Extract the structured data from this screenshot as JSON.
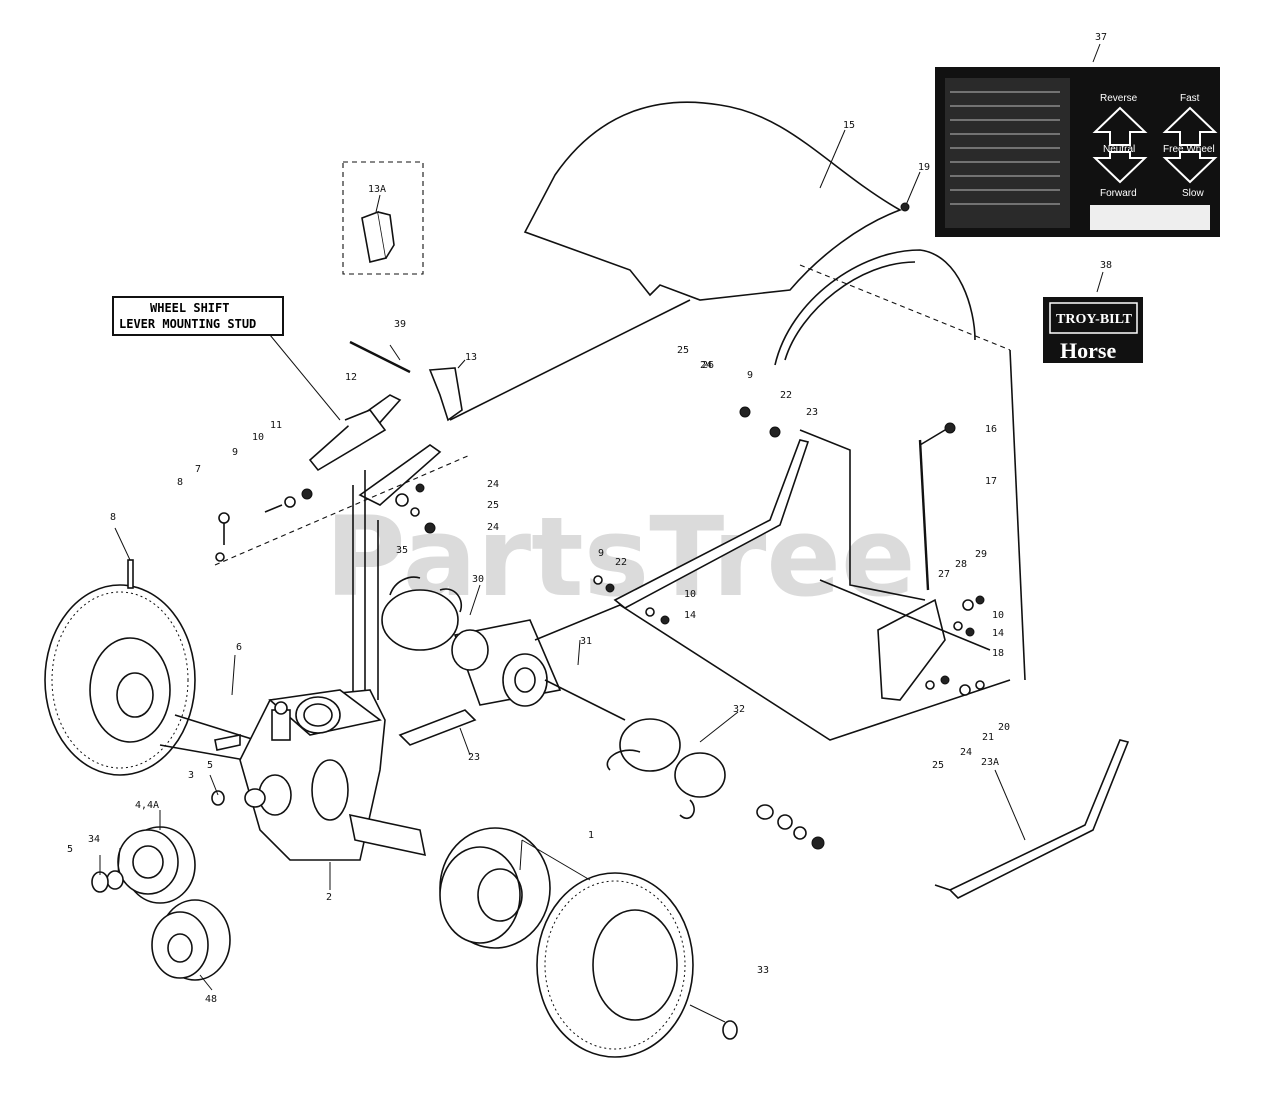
{
  "label_box": {
    "line1": "WHEEL SHIFT",
    "line2": "LEVER MOUNTING STUD"
  },
  "decal": {
    "callout": "37",
    "arrows": {
      "reverse": "Reverse",
      "neutral": "Neutral",
      "forward": "Forward",
      "fast": "Fast",
      "free_wheel": "Free Wheel",
      "slow": "Slow"
    }
  },
  "logo": {
    "callout": "38",
    "brand": "TROY-BILT",
    "model": "Horse"
  },
  "watermark": "PartsTree",
  "callouts": {
    "c1": "1",
    "c2": "2",
    "c3": "3",
    "c4": "4,4A",
    "c5a": "5",
    "c5b": "5",
    "c6": "6",
    "c7": "7",
    "c8a": "8",
    "c8b": "8",
    "c9a": "9",
    "c9b": "9",
    "c9c": "9",
    "c10a": "10",
    "c10b": "10",
    "c10c": "10",
    "c11": "11",
    "c12": "12",
    "c13": "13",
    "c13a": "13A",
    "c14a": "14",
    "c14b": "14",
    "c15": "15",
    "c16": "16",
    "c17": "17",
    "c18": "18",
    "c19": "19",
    "c20": "20",
    "c21": "21",
    "c22a": "22",
    "c22b": "22",
    "c23a": "23",
    "c23b": "23",
    "c23c": "23A",
    "c24a": "24",
    "c24b": "24",
    "c24c": "24",
    "c24d": "24",
    "c25a": "25",
    "c25b": "25",
    "c25c": "25",
    "c26": "26",
    "c27": "27",
    "c28": "28",
    "c29": "29",
    "c30": "30",
    "c31": "31",
    "c32": "32",
    "c33": "33",
    "c34": "34",
    "c35": "35",
    "c39": "39",
    "c48": "48"
  }
}
